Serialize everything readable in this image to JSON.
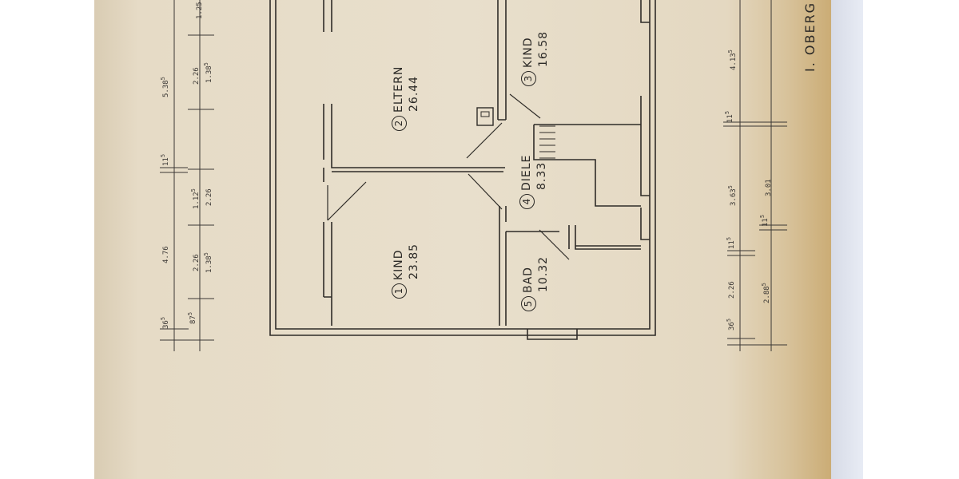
{
  "floor_title": "I. OBERG",
  "rooms": [
    {
      "num": "1",
      "name": "KIND",
      "area": "23.85"
    },
    {
      "num": "2",
      "name": "ELTERN",
      "area": "26.44"
    },
    {
      "num": "3",
      "name": "KIND",
      "area": "16.58"
    },
    {
      "num": "4",
      "name": "DIELE",
      "area": "8.33"
    },
    {
      "num": "5",
      "name": "BAD",
      "area": "10.32"
    }
  ],
  "dims_top_outer": [
    {
      "base": "36",
      "sup": "5"
    },
    {
      "base": "4.76",
      "sup": ""
    },
    {
      "base": "11",
      "sup": "5"
    },
    {
      "base": "5.38",
      "sup": "5"
    }
  ],
  "dims_top_inner": [
    {
      "base": "87",
      "sup": "5"
    },
    {
      "base": "2.26",
      "sup": ""
    },
    {
      "base": "1.12",
      "sup": "5"
    },
    {
      "base": "2.26",
      "sup": ""
    },
    {
      "base": "1.25",
      "sup": ""
    }
  ],
  "dims_top_third": [
    {
      "base": "1.38",
      "sup": "5"
    },
    {
      "base": "2.26",
      "sup": ""
    },
    {
      "base": "1.38",
      "sup": "5"
    }
  ],
  "dims_bottom_outer": [
    {
      "base": "36",
      "sup": "5"
    },
    {
      "base": "2.26",
      "sup": ""
    },
    {
      "base": "11",
      "sup": "5"
    },
    {
      "base": "3.63",
      "sup": "5"
    },
    {
      "base": "11",
      "sup": "5"
    },
    {
      "base": "4.13",
      "sup": "5"
    }
  ],
  "dims_bottom_inner": [
    {
      "base": "2.88",
      "sup": "5"
    },
    {
      "base": "11",
      "sup": "5"
    },
    {
      "base": "3.01",
      "sup": ""
    }
  ]
}
